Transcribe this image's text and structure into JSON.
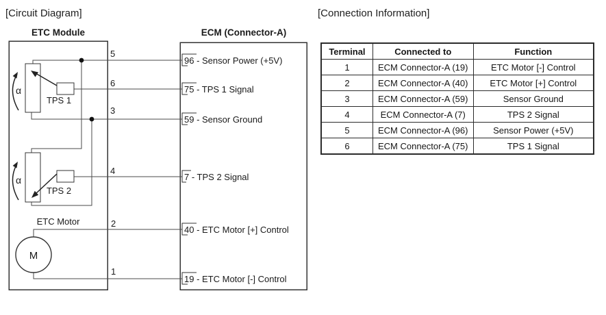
{
  "circuit": {
    "title": "[Circuit Diagram]",
    "etc_module": {
      "title": "ETC Module",
      "tps1_label": "TPS 1",
      "tps2_label": "TPS 2",
      "motor_label": "ETC Motor",
      "motor_symbol": "M",
      "alpha_symbol": "α"
    },
    "terminals": [
      "5",
      "6",
      "3",
      "4",
      "2",
      "1"
    ],
    "ecm": {
      "title": "ECM (Connector-A)",
      "pins": [
        {
          "number": "96",
          "label": "96 - Sensor Power (+5V)"
        },
        {
          "number": "75",
          "label": "75 - TPS 1 Signal"
        },
        {
          "number": "59",
          "label": "59 - Sensor Ground"
        },
        {
          "number": "7",
          "label": "7 - TPS 2 Signal"
        },
        {
          "number": "40",
          "label": "40 - ETC Motor [+] Control"
        },
        {
          "number": "19",
          "label": "19 - ETC Motor [-] Control"
        }
      ]
    }
  },
  "connection_info": {
    "title": "[Connection Information]",
    "table": {
      "headers": [
        "Terminal",
        "Connected to",
        "Function"
      ],
      "rows": [
        [
          "1",
          "ECM Connector-A (19)",
          "ETC Motor [-] Control"
        ],
        [
          "2",
          "ECM Connector-A (40)",
          "ETC Motor [+] Control"
        ],
        [
          "3",
          "ECM Connector-A (59)",
          "Sensor Ground"
        ],
        [
          "4",
          "ECM Connector-A (7)",
          "TPS 2 Signal"
        ],
        [
          "5",
          "ECM Connector-A (96)",
          "Sensor Power (+5V)"
        ],
        [
          "6",
          "ECM Connector-A (75)",
          "TPS 1 Signal"
        ]
      ]
    }
  },
  "colors": {
    "wire": "#4a4a4a",
    "box_border": "#333333",
    "text": "#1a1a1a",
    "table_border": "#2a2a2a",
    "background": "#ffffff"
  }
}
